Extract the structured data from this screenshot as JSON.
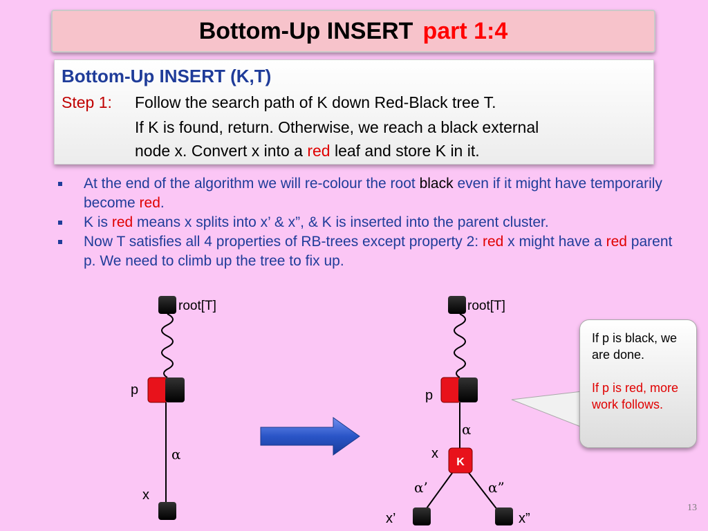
{
  "title": {
    "main": "Bottom-Up INSERT",
    "part": "part 1:4"
  },
  "algorithm": {
    "heading": "Bottom-Up INSERT (K,T)",
    "step_label": "Step 1:",
    "line1": "Follow the search path of K down Red-Black tree T.",
    "line2_a": "If K is found, return. Otherwise, we reach a ",
    "line2_black": "black",
    "line2_b": " external",
    "line3_a": "node x. Convert x into a ",
    "line3_red": "red",
    "line3_b": " leaf and store K in it."
  },
  "bullets": [
    {
      "a": "At the end of the algorithm we will re-colour the root ",
      "black": "black",
      "b": " even if it might have temporarily become ",
      "red": "red",
      "c": "."
    },
    {
      "a": "K is ",
      "red": "red",
      "b": " means x splits into x’ & x”, & K is inserted into the parent cluster."
    },
    {
      "a": "Now T satisfies all 4 properties of RB-trees except property 2: ",
      "red1": "red",
      "b": " x might have a ",
      "red2": "red",
      "c": " parent p. We need to climb up the tree to fix up."
    }
  ],
  "diagram_left": {
    "root": "root[T]",
    "p": "p",
    "alpha": "α",
    "x": "x"
  },
  "diagram_right": {
    "root": "root[T]",
    "p": "p",
    "alpha": "α",
    "x": "x",
    "k": "K",
    "alpha1": "α’",
    "alpha2": "α”",
    "x1": "x’",
    "x2": "x”"
  },
  "callout": {
    "line1": "If p is black, we are done.",
    "line2": "If p is red, more work follows."
  },
  "page_number": "13",
  "colors": {
    "background": "#fbc6f5",
    "title_box": "#f7c3cb",
    "heading_blue": "#1f3c99",
    "red": "#e00000",
    "node_black": "#000000",
    "node_red": "#e8121b",
    "arrow_blue": "#2a55c7"
  }
}
